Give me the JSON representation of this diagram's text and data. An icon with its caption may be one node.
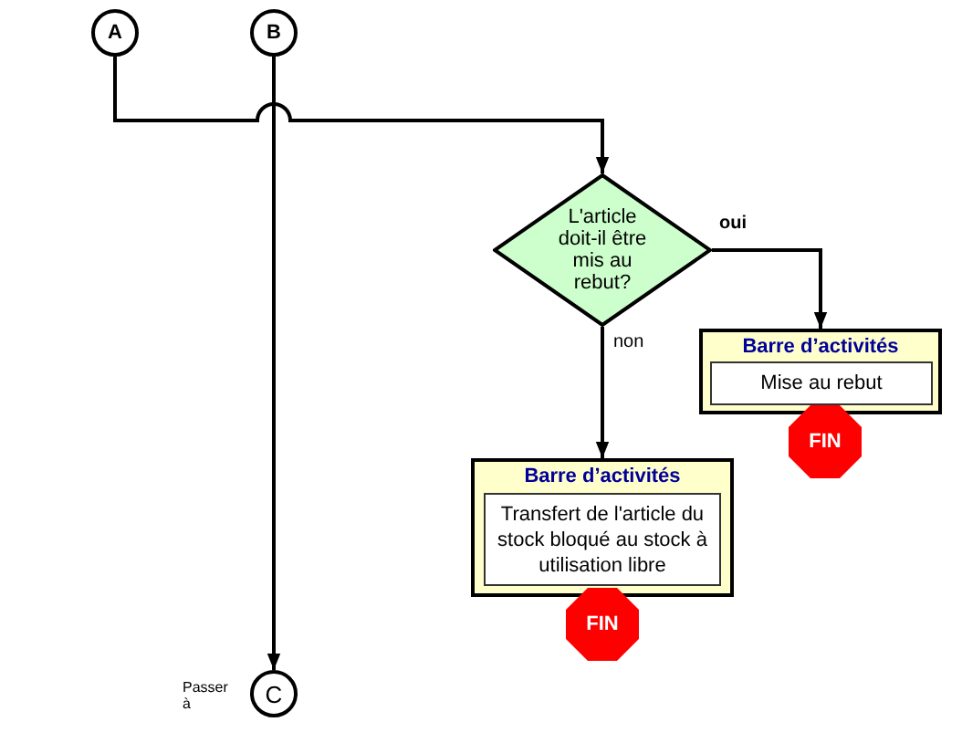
{
  "diagram": {
    "nodes": [
      {
        "text": [
          "A"
        ]
      },
      {
        "text": [
          "B"
        ]
      },
      {
        "text": [
          "L'article doit-il être mis au rebut?"
        ]
      },
      {
        "text": [
          "Barre d’activités"
        ]
      },
      {
        "text": [
          "Mise au rebut"
        ],
        "in": 3
      },
      {
        "text": [
          "FIN"
        ]
      },
      {
        "text": [
          "Barre d’activités"
        ]
      },
      {
        "text": [
          "Transfert de l'article du stock bloqué au stock à utilisation libre"
        ],
        "in": 6
      },
      {
        "text": [
          "FIN"
        ]
      },
      {
        "text": [
          "C"
        ],
        "beside": [
          "Passer à"
        ]
      }
    ],
    "edges": [
      {
        "from": 0,
        "to": 2,
        "arrow": "to"
      },
      {
        "from": 1,
        "to": 9,
        "arrow": "to"
      },
      {
        "from": 2,
        "to": 3,
        "arrow": "to",
        "label": "oui"
      },
      {
        "from": 2,
        "to": 6,
        "arrow": "to",
        "label": "non"
      }
    ]
  }
}
